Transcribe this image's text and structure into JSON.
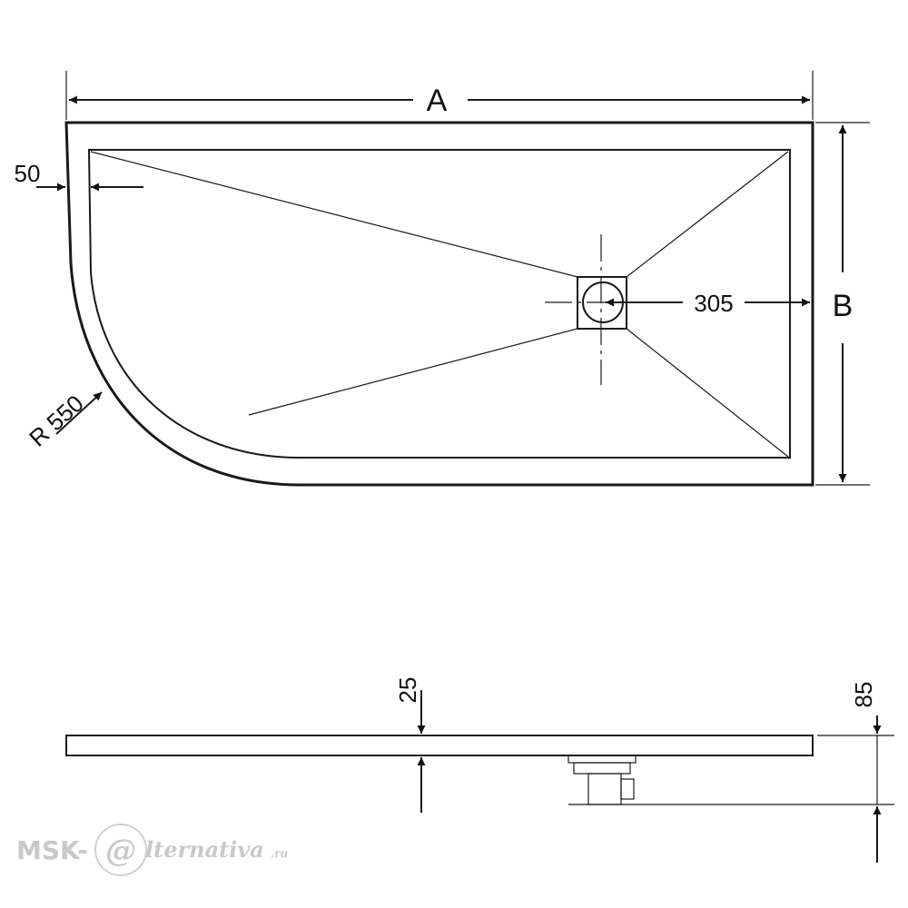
{
  "top_view": {
    "labels": {
      "width": "A",
      "depth": "B",
      "rim": "50",
      "radius": "R 550",
      "drain_offset": "305"
    }
  },
  "side_view": {
    "labels": {
      "thickness": "25",
      "total_height": "85"
    }
  },
  "logo": {
    "prefix": "MSK-",
    "at_glyph": "@",
    "suffix": "lternativa",
    "domain": ".ru"
  },
  "colors": {
    "line": "#1a1a1a",
    "watermark": "#c9c9c9"
  }
}
